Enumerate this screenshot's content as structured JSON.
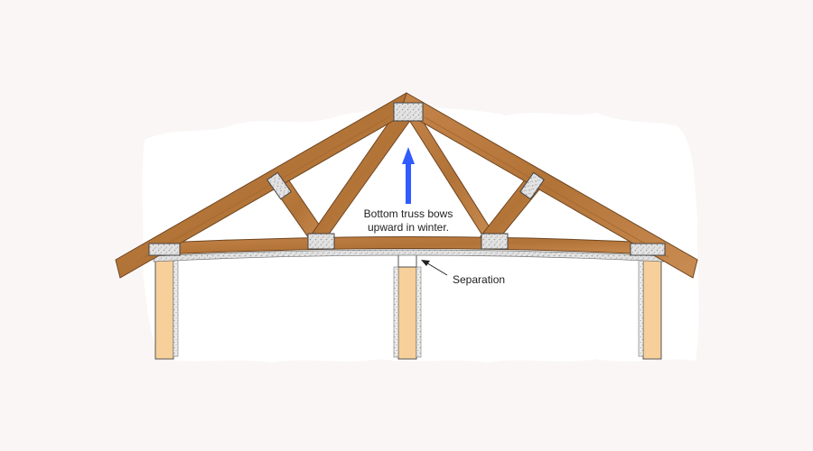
{
  "diagram": {
    "annotations": {
      "bow_line1": "Bottom truss bows",
      "bow_line2": "upward in winter.",
      "separation": "Separation"
    },
    "colors": {
      "background": "#fbf6f6",
      "canvas": "#ffffff",
      "wood": "#b9783f",
      "wood_outline": "#6e4520",
      "plate": "#d9d9d9",
      "stud": "#f6cf9a",
      "drywall": "#e6e6e6",
      "arrow": "#2f5bff"
    },
    "icons": {
      "arrow": "arrow-up-icon",
      "pointer": "pointer-arrow-icon"
    }
  }
}
